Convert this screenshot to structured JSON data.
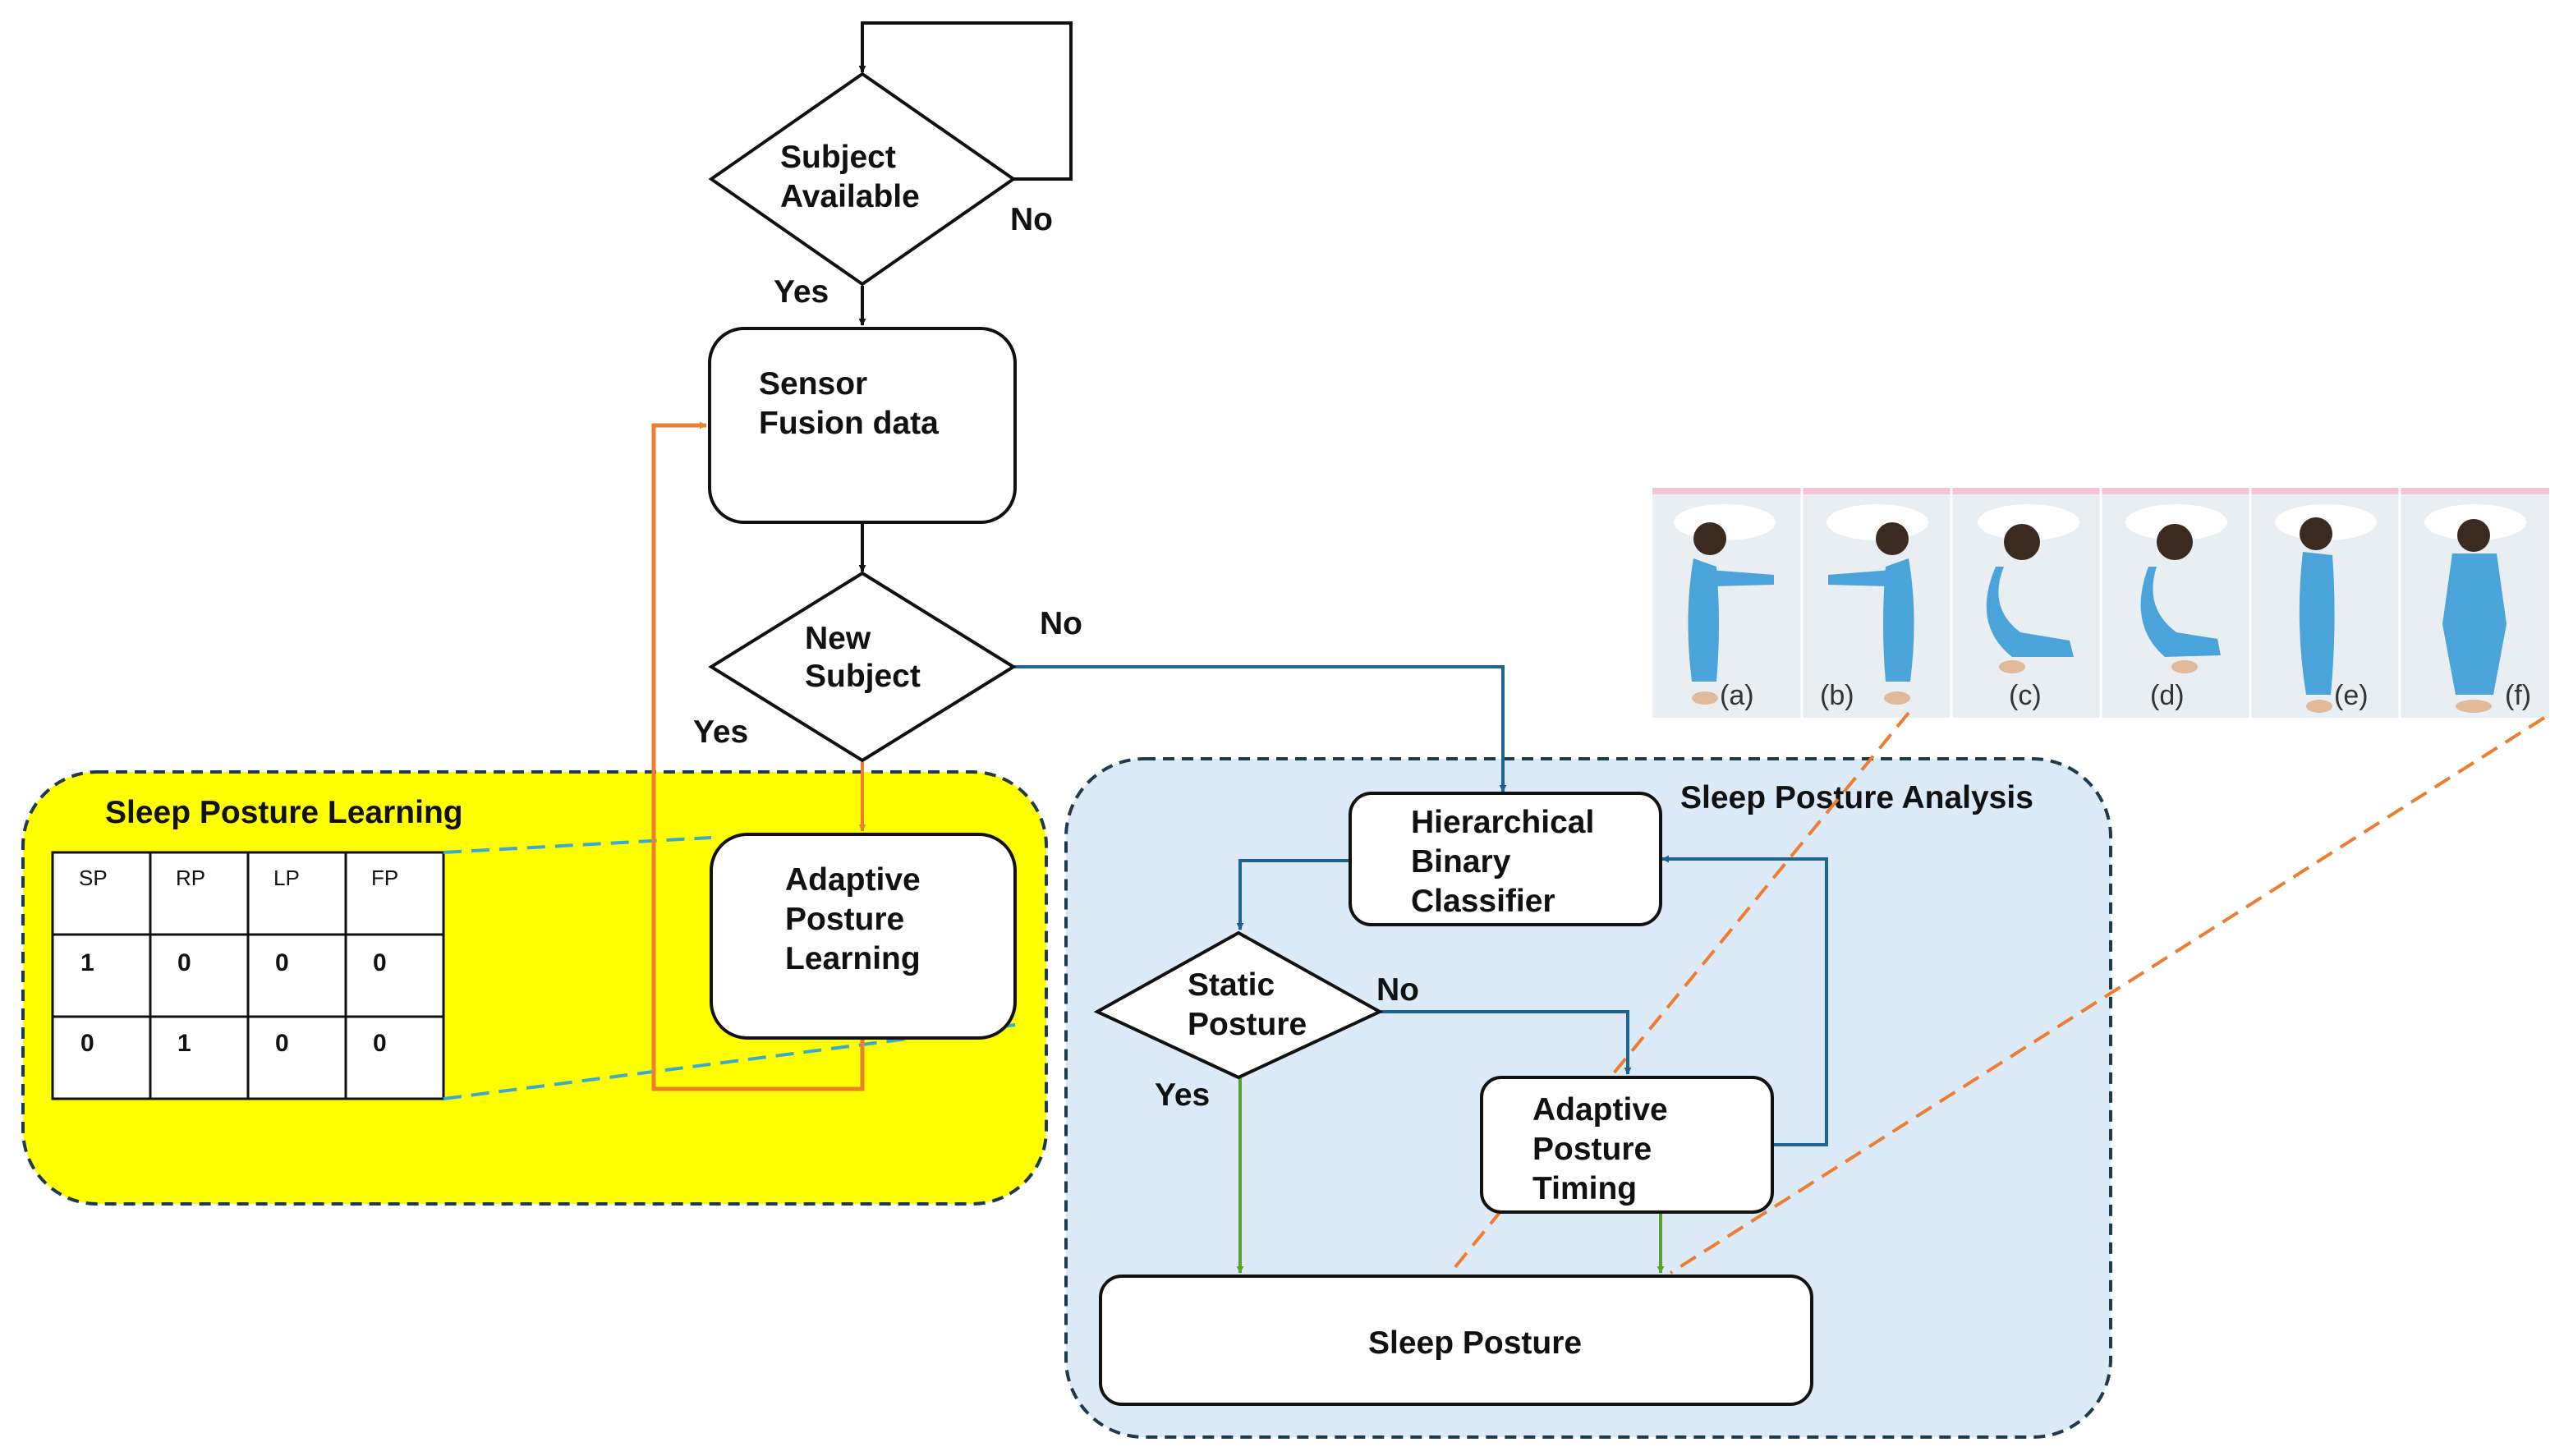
{
  "colors": {
    "flow": "#111111",
    "orange": "#ed7d31",
    "blue": "#1f6391",
    "green": "#5aa02c",
    "dashed_cyan": "#3aa9d0",
    "learning_bg": "#ffff00",
    "analysis_bg": "#dce9f7",
    "figure_blue": "#4aa3d9"
  },
  "nodes": {
    "subject_available": {
      "line1": "Subject",
      "line2": "Available"
    },
    "sensor_fusion": {
      "line1": "Sensor",
      "line2": "Fusion data"
    },
    "new_subject": {
      "line1": "New",
      "line2": "Subject"
    },
    "adaptive_learning": {
      "line1": "Adaptive",
      "line2": "Posture",
      "line3": "Learning"
    },
    "hierarchical": {
      "line1": "Hierarchical",
      "line2": "Binary",
      "line3": "Classifier"
    },
    "static_posture": {
      "line1": "Static",
      "line2": "Posture"
    },
    "adaptive_timing": {
      "line1": "Adaptive",
      "line2": "Posture",
      "line3": "Timing"
    },
    "sleep_posture": {
      "label": "Sleep Posture"
    }
  },
  "edge_labels": {
    "available_no": "No",
    "available_yes": "Yes",
    "new_no": "No",
    "new_yes": "Yes",
    "static_no": "No",
    "static_yes": "Yes"
  },
  "groups": {
    "learning": "Sleep Posture Learning",
    "analysis": "Sleep Posture Analysis"
  },
  "table": {
    "headers": [
      "SP",
      "RP",
      "LP",
      "FP"
    ],
    "rows": [
      [
        "1",
        "0",
        "0",
        "0"
      ],
      [
        "0",
        "1",
        "0",
        "0"
      ]
    ]
  },
  "postures": [
    "(a)",
    "(b)",
    "(c)",
    "(d)",
    "(e)",
    "(f)"
  ]
}
